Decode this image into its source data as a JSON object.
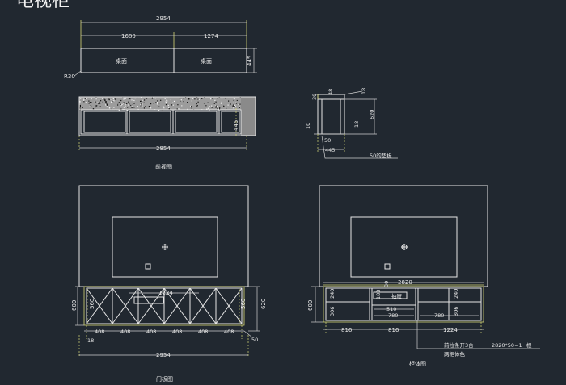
{
  "drawing": {
    "title": "电视柜",
    "top_view": {
      "width_total": "2954",
      "width_left": "1680",
      "width_right": "1274",
      "depth": "445",
      "panel_left": "桌面",
      "panel_right": "桌面",
      "radius": "R30"
    },
    "front_view": {
      "caption": "前视图",
      "height": "445",
      "width_total": "2954"
    },
    "section": {
      "top": "30",
      "leg_top": "48",
      "top_right": "18",
      "height": "620",
      "inner": "18",
      "bottom": "10",
      "foot": "50",
      "depth": "445",
      "note": "50的垫板"
    },
    "door_view": {
      "caption": "门板图",
      "width_center": "1224",
      "height_total": "600",
      "height_panel": "560",
      "height_right": "560",
      "height_side": "620",
      "doors": [
        "408",
        "408",
        "408",
        "408",
        "408",
        "408"
      ],
      "gap": "18",
      "foot": "50",
      "width_total": "2954"
    },
    "cabinet_view": {
      "caption": "柜体图",
      "width_total": "2820",
      "height_total": "600",
      "left_upper": "240",
      "left_lower": "306",
      "right_upper": "240",
      "right_lower": "306",
      "center_top": "30",
      "center_mid": "188",
      "center_label": "抽屉",
      "center_width": "510",
      "center_bottom": "780",
      "right_bottom": "780",
      "bottom_left": "816",
      "bottom_mid": "816",
      "bottom_right": "1224",
      "note_line1": "前拉条开3合一",
      "note_spec": "2820*50=1",
      "note_unit": "根",
      "note_line2": "两柜体色"
    }
  }
}
